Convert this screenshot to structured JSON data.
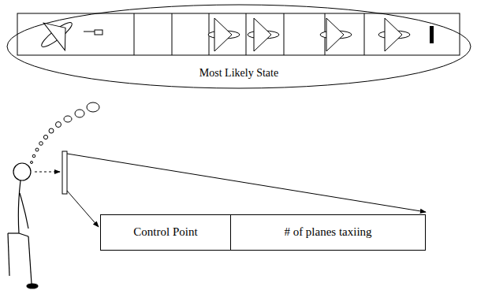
{
  "diagram": {
    "nodes": [
      {
        "text": [
          "Most Likely State"
        ]
      },
      {
        "text": [
          "Control Point"
        ]
      },
      {
        "text": [
          "# of planes taxiing"
        ]
      }
    ]
  }
}
